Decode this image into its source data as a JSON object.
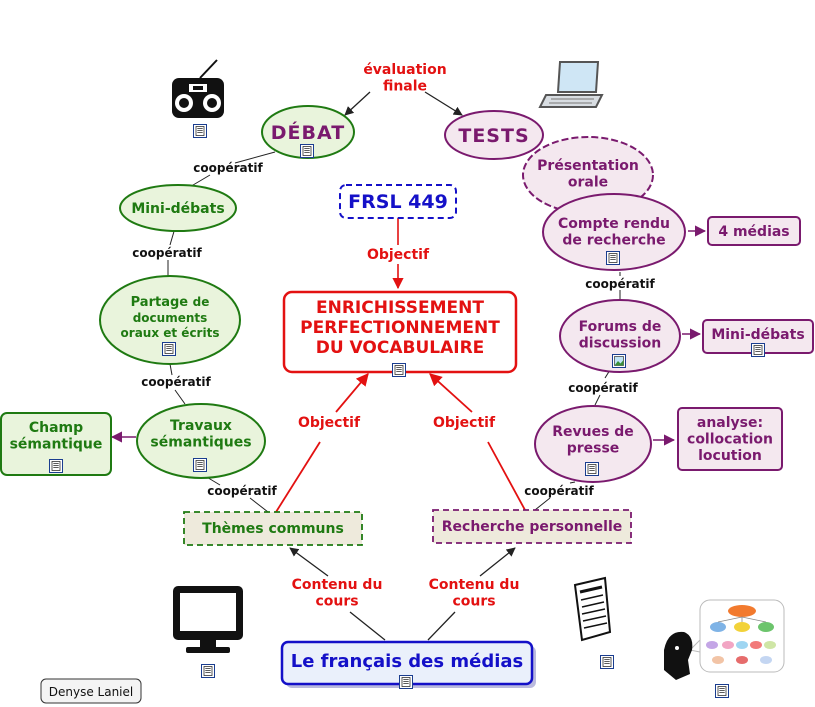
{
  "colors": {
    "green": "#1f7a12",
    "green_fill": "#e9f4dc",
    "purple": "#7a1a6e",
    "purple_fill": "#f4e8ef",
    "red": "#e31111",
    "blue": "#1410c8",
    "blue_fill": "#eaf0fb",
    "tan_fill": "#eeeadc",
    "arrow_purple": "#7a1a6e"
  },
  "top": {
    "evaluation": "évaluation\nfinale",
    "debat": "DÉBAT",
    "tests": "TESTS"
  },
  "center": {
    "course": "FRSL 449",
    "objectif_top": "Objectif",
    "main": "ENRICHISSEMENT\nPERFECTIONNEMENT\nDU VOCABULAIRE",
    "objectif_left": "Objectif",
    "objectif_right": "Objectif"
  },
  "left": {
    "cooperatif_1": "coopératif",
    "mini_debats": "Mini-débats",
    "cooperatif_2": "coopératif",
    "partage_bold": "Partage",
    "partage_rest": "de",
    "partage_line2": "documents",
    "partage_line3": "oraux et écrits",
    "cooperatif_3": "coopératif",
    "travaux": "Travaux\nsémantiques",
    "champ": "Champ\nsémantique",
    "cooperatif_4": "coopératif",
    "themes": "Thèmes communs"
  },
  "right": {
    "presentation": "Présentation\norale",
    "compte_rendu": "Compte rendu\nde recherche",
    "medias4": "4 médias",
    "cooperatif_1": "coopératif",
    "forums": "Forums de\ndiscussion",
    "mini_debats": "Mini-débats",
    "cooperatif_2": "coopératif",
    "revues": "Revues de\npresse",
    "analyse": "analyse:\ncollocation\nlocution",
    "cooperatif_3": "coopératif",
    "recherche": "Recherche personnelle"
  },
  "bottom": {
    "contenu_left": "Contenu du\ncours",
    "contenu_right": "Contenu du\ncours",
    "root": "Le français des médias",
    "author": "Denyse Laniel"
  },
  "icons": [
    "radio-icon",
    "laptop-icon",
    "monitor-icon",
    "newspaper-icon",
    "mind-map-icon",
    "document-icon",
    "image-icon"
  ]
}
